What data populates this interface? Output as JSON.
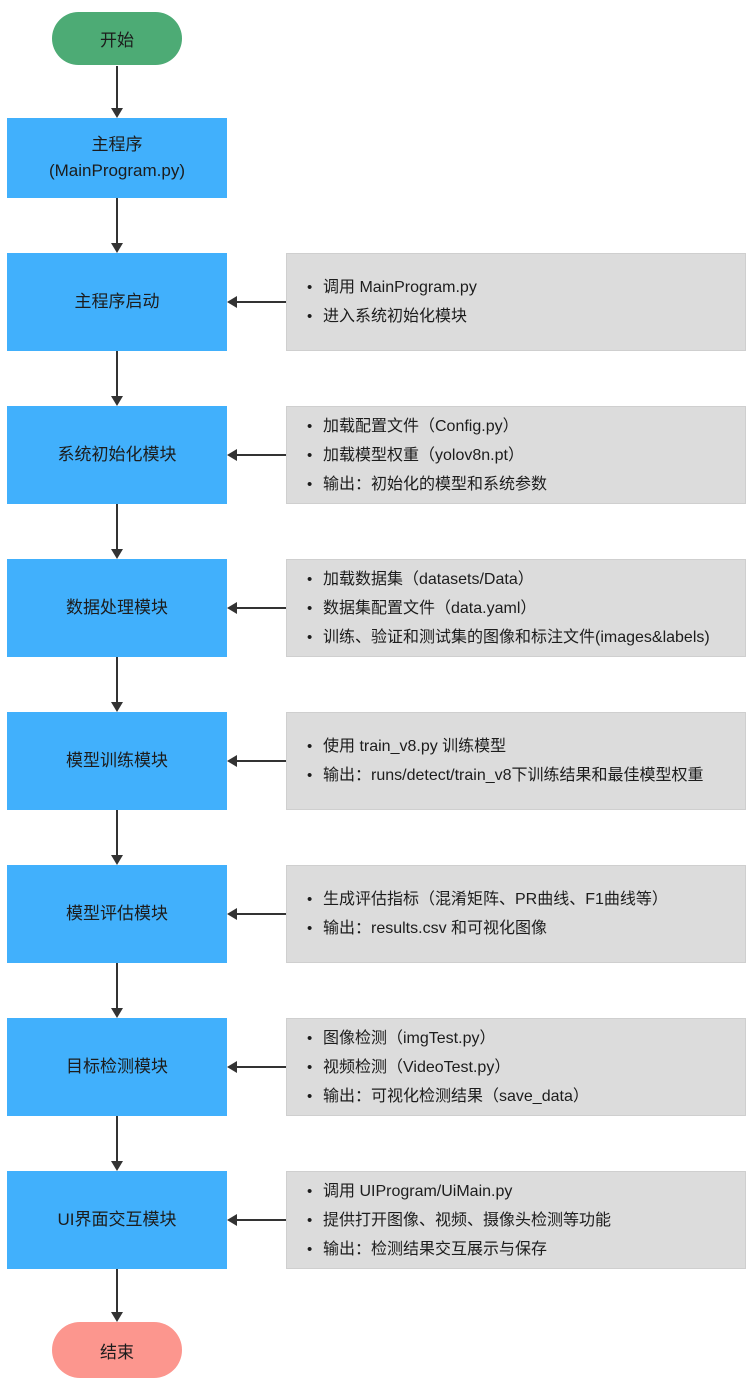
{
  "diagram": {
    "start": {
      "label": "开始"
    },
    "main_program": {
      "line1": "主程序",
      "line2": "(MainProgram.py)"
    },
    "steps": [
      {
        "label": "主程序启动",
        "notes": [
          "调用 MainProgram.py",
          "进入系统初始化模块"
        ]
      },
      {
        "label": "系统初始化模块",
        "notes": [
          "加载配置文件（Config.py）",
          "加载模型权重（yolov8n.pt）",
          "输出：初始化的模型和系统参数"
        ]
      },
      {
        "label": "数据处理模块",
        "notes": [
          "加载数据集（datasets/Data）",
          "数据集配置文件（data.yaml）",
          "训练、验证和测试集的图像和标注文件(images&labels)"
        ]
      },
      {
        "label": "模型训练模块",
        "notes": [
          "使用 train_v8.py 训练模型",
          "输出：runs/detect/train_v8下训练结果和最佳模型权重"
        ]
      },
      {
        "label": "模型评估模块",
        "notes": [
          "生成评估指标（混淆矩阵、PR曲线、F1曲线等）",
          "输出：results.csv 和可视化图像"
        ]
      },
      {
        "label": "目标检测模块",
        "notes": [
          "图像检测（imgTest.py）",
          "视频检测（VideoTest.py）",
          "输出：可视化检测结果（save_data）"
        ]
      },
      {
        "label": "UI界面交互模块",
        "notes": [
          "调用 UIProgram/UiMain.py",
          "提供打开图像、视频、摄像头检测等功能",
          "输出：检测结果交互展示与保存"
        ]
      }
    ],
    "end": {
      "label": "结束"
    },
    "colors": {
      "start": "#4dab75",
      "process": "#41b0fc",
      "note": "#dcdcdc",
      "end": "#fc968e",
      "arrow": "#333333"
    },
    "bullet_icon": "•"
  }
}
